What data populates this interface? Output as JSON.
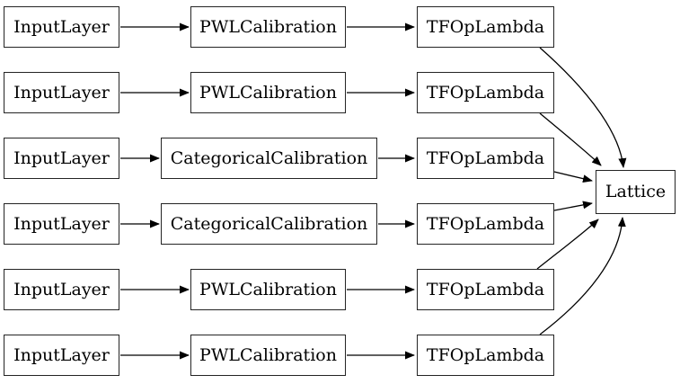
{
  "diagram": {
    "type": "model-graph",
    "background": "#ffffff",
    "colors": {
      "node_border": "#242424",
      "node_fill": "#ffffff",
      "edge": "#000000",
      "text": "#000000"
    },
    "rows": [
      {
        "input": "InputLayer",
        "calibration": "PWLCalibration",
        "op": "TFOpLambda"
      },
      {
        "input": "InputLayer",
        "calibration": "PWLCalibration",
        "op": "TFOpLambda"
      },
      {
        "input": "InputLayer",
        "calibration": "CategoricalCalibration",
        "op": "TFOpLambda"
      },
      {
        "input": "InputLayer",
        "calibration": "CategoricalCalibration",
        "op": "TFOpLambda"
      },
      {
        "input": "InputLayer",
        "calibration": "PWLCalibration",
        "op": "TFOpLambda"
      },
      {
        "input": "InputLayer",
        "calibration": "PWLCalibration",
        "op": "TFOpLambda"
      }
    ],
    "output": {
      "label": "Lattice"
    },
    "edges": [
      [
        "input-1",
        "calibration-1"
      ],
      [
        "calibration-1",
        "op-1"
      ],
      [
        "op-1",
        "lattice"
      ],
      [
        "input-2",
        "calibration-2"
      ],
      [
        "calibration-2",
        "op-2"
      ],
      [
        "op-2",
        "lattice"
      ],
      [
        "input-3",
        "calibration-3"
      ],
      [
        "calibration-3",
        "op-3"
      ],
      [
        "op-3",
        "lattice"
      ],
      [
        "input-4",
        "calibration-4"
      ],
      [
        "calibration-4",
        "op-4"
      ],
      [
        "op-4",
        "lattice"
      ],
      [
        "input-5",
        "calibration-5"
      ],
      [
        "calibration-5",
        "op-5"
      ],
      [
        "op-5",
        "lattice"
      ],
      [
        "input-6",
        "calibration-6"
      ],
      [
        "calibration-6",
        "op-6"
      ],
      [
        "op-6",
        "lattice"
      ]
    ]
  }
}
